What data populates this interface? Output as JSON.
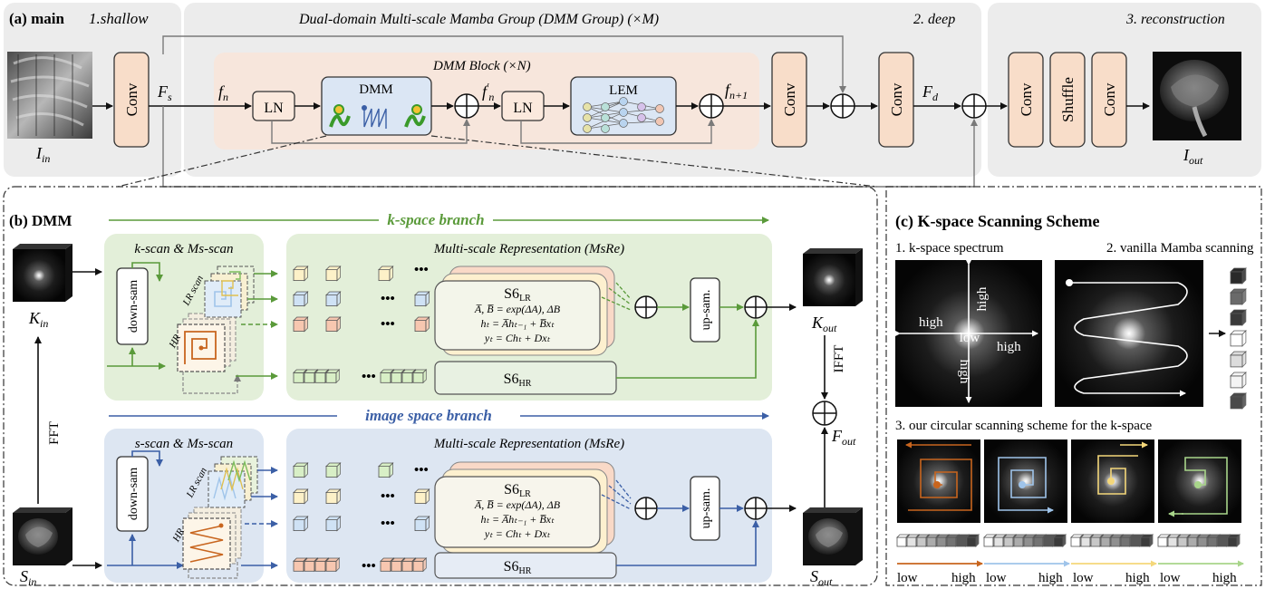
{
  "colors": {
    "gray_panel": "#ececec",
    "peach_panel": "#f7e6dc",
    "green_panel": "#e3efd9",
    "blue_panel": "#dde6f2",
    "green_arrow": "#5a9a3a",
    "blue_arrow": "#3b5fa6",
    "orange": "#c8651e",
    "cube_green": "#d8efc6",
    "cube_yellow": "#fdf1c8",
    "cube_blue": "#cfe2f5",
    "cube_salmon": "#f7c7b0"
  },
  "panel_a": {
    "title": "(a) main",
    "shallow": "1.shallow",
    "group_title": "Dual-domain Multi-scale Mamba Group (DMM Group) (×M)",
    "deep": "2. deep",
    "block_title": "DMM Block (×N)",
    "reconstruction": "3. reconstruction",
    "conv": "Conv",
    "ln": "LN",
    "dmm": "DMM",
    "lem": "LEM",
    "shuffle": "Shuffle",
    "label_in": "I",
    "label_in_sub": "in",
    "label_out": "I",
    "label_out_sub": "out",
    "fs": "F",
    "fs_sub": "s",
    "fn": "f",
    "fn_sub": "n",
    "fn_prime_sub": "n",
    "fn1": "f",
    "fn1_sub": "n+1",
    "fd": "F",
    "fd_sub": "d"
  },
  "panel_b": {
    "title": "(b) DMM",
    "k_branch": "k-space branch",
    "image_branch": "image space branch",
    "k_scan_title": "k-scan & Ms-scan",
    "s_scan_title": "s-scan & Ms-scan",
    "msre_title": "Multi-scale Representation (MsRe)",
    "down_sam": "down-sam",
    "up_sam": "up-sam.",
    "lr_scan": "LR scan",
    "hr": "HR",
    "s6_lr": "S6",
    "s6_lr_sub": "LR",
    "s6_hr": "S6",
    "s6_hr_sub": "HR",
    "eq1": "A̅, B̅ = exp(ΔA), ΔB",
    "eq2": "hₜ = A̅hₜ₋₁ + B̅xₜ",
    "eq3": "yₜ = Chₜ + Dxₜ",
    "fft": "FFT",
    "ifft": "IFFT",
    "k_in": "K",
    "k_in_sub": "in",
    "k_out": "K",
    "k_out_sub": "out",
    "s_in": "S",
    "s_in_sub": "in",
    "s_out": "S",
    "s_out_sub": "out",
    "f_out": "F",
    "f_out_sub": "out",
    "dots": "•••"
  },
  "panel_c": {
    "title": "(c) K-space Scanning Scheme",
    "sub1": "1. k-space spectrum",
    "sub2": "2. vanilla Mamba scanning",
    "sub3": "3. our circular scanning scheme for the k-space",
    "high": "high",
    "low": "low",
    "scale_low": "low",
    "scale_high": "high"
  }
}
